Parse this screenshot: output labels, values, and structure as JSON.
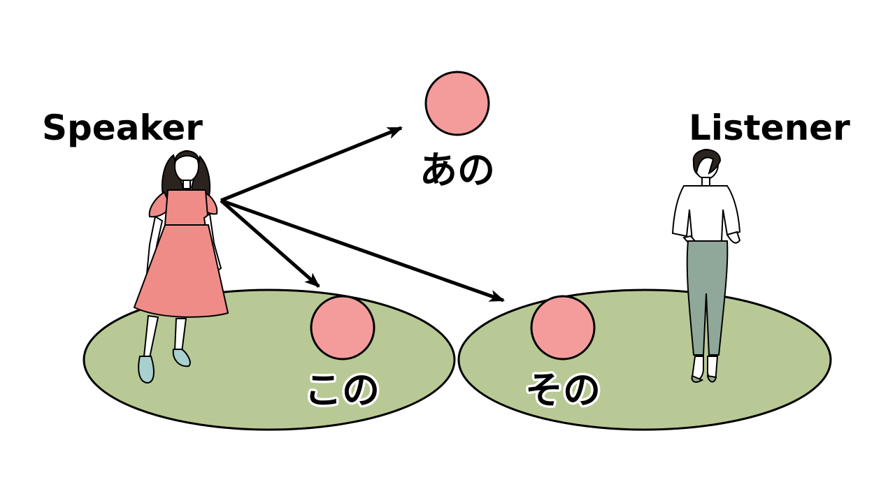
{
  "labels": {
    "speaker": "Speaker",
    "listener": "Listener"
  },
  "words": {
    "kono": "この",
    "sono": "その",
    "ano": "あの"
  },
  "colors": {
    "zone_fill": "#b8c995",
    "object_fill": "#f49c9c",
    "outline": "#000000",
    "speaker_dress": "#f08c88",
    "speaker_hair": "#2a2320",
    "listener_pants": "#8fa89a",
    "shoes": "#a8d0cf"
  }
}
